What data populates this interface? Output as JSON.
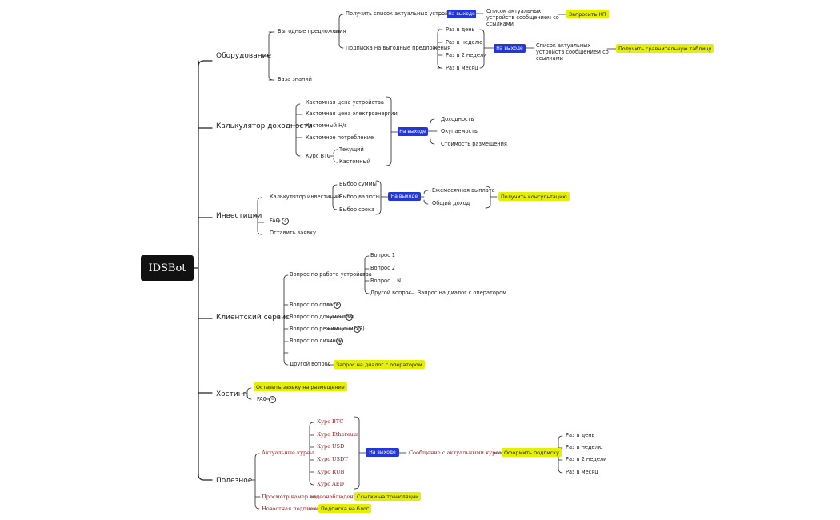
{
  "root": "IDSBot",
  "branches": {
    "hardware": "Оборудование",
    "calc": "Калькулятор доходности",
    "invest": "Инвестиции",
    "support": "Клиентский сервис",
    "hosting": "Хостинг",
    "useful": "Полезное"
  },
  "hardware": {
    "offers": "Выгодные предложения",
    "get_list": "Получить список актуальных устройств",
    "output1": "На выходе",
    "list_links1": "Список актуальных устройств сообщением со ссылками",
    "request_kp": "Запросить КП",
    "subscription": "Подписка на выгодные предложения",
    "periods": [
      "Раз в день",
      "Раз в неделю",
      "Раз в 2 недели",
      "Раз в месяц"
    ],
    "output2": "На выходе",
    "list_links2": "Список актуальных устройств сообщением со ссылками",
    "compare_table": "Получить сравнительную таблицу",
    "knowledge": "База знаний"
  },
  "calc": {
    "items": [
      "Кастомная цена устройства",
      "Кастомная цена электроэнергии",
      "Кастомный Н/s",
      "Кастомное потребление"
    ],
    "btc": "Курс BTC",
    "btc_opts": [
      "Текущий",
      "Кастомный"
    ],
    "output": "На выходе",
    "results": [
      "Доходность",
      "Окупаемость",
      "Стоимость размещения"
    ]
  },
  "invest": {
    "calculator": "Калькулятор инвестиций",
    "params": [
      "Выбор суммы",
      "Выбор валюты",
      "Выбор срока"
    ],
    "output": "На выходе",
    "results": [
      "Ежемесячная выплата",
      "Общий доход"
    ],
    "consult": "Получить консультацию",
    "faq": "FAQ",
    "faq_badge": "4",
    "leave_request": "Оставить заявку"
  },
  "support": {
    "work_q": "Вопрос по работе устройства",
    "questions": [
      "Вопрос 1",
      "Вопрос 2",
      "Вопрос ...N"
    ],
    "other_q_inner": "Другой вопрос",
    "operator_req": "Запрос на диалог с оператором",
    "payment_q": "Вопрос по оплате",
    "docs_q": "Вопрос по документам",
    "modes_q": "Вопрос по режимщению(?)",
    "leasing_q": "Вопрос по лизингу",
    "other_q": "Другой вопрос",
    "operator_req2": "Запрос на диалог с оператором",
    "badges": [
      "5",
      "5",
      "5",
      "6"
    ]
  },
  "hosting": {
    "leave_request": "Оставить заявку на размещение",
    "faq": "FAQ",
    "faq_badge": "4"
  },
  "useful": {
    "rates": "Актуальные курсы",
    "rate_items": [
      "Курс BTC",
      "Курс Ethereum",
      "Курс USD",
      "Курс USDT",
      "Курс RUB",
      "Курс AED"
    ],
    "output": "На выходе",
    "rates_msg": "Сообщение с актуальными курсами",
    "subscribe": "Оформить подписку",
    "periods": [
      "Раз в день",
      "Раз в неделю",
      "Раз в 2 недели",
      "Раз в месяц"
    ],
    "cameras": "Просмотр камер видеонаблюдения",
    "stream_links": "Ссылки на трансляции",
    "news": "Новостная подписка",
    "blog_sub": "Подписка на блог"
  }
}
